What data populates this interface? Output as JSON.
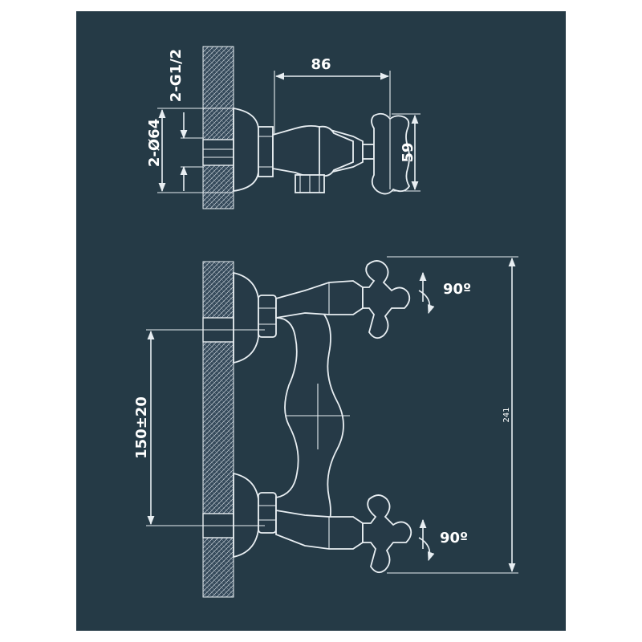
{
  "colors": {
    "background": "#253a46",
    "frame": "#ffffff",
    "lines": "#e8eef2"
  },
  "dimensions": {
    "thread": "2-G1/2",
    "diameter": "2-Ø64",
    "depth": "86",
    "handle_width": "59",
    "center_distance": "150±20",
    "total_height": "241",
    "rotation_top": "90º",
    "rotation_bottom": "90º"
  }
}
